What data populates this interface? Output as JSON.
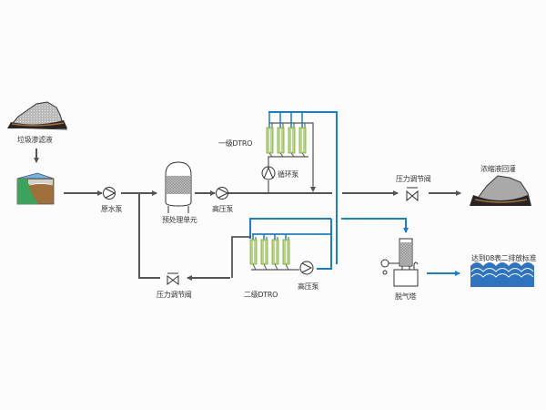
{
  "title": "DTRO process flow",
  "colors": {
    "pipe_gray": "#555555",
    "pipe_blue": "#1a7fc8",
    "membrane_green": "#b8db7a",
    "water_blue": "#2f74c0",
    "rock_gray": "#a9a9a9",
    "soil_brown": "#a0703a"
  },
  "labels": {
    "leachate": "垃圾渗滤液",
    "raw_pump": "原水泵",
    "pretreat": "预处理单元",
    "hp_pump1": "高压泵",
    "dtro1": "一级DTRO",
    "circ_pump": "循环泵",
    "valve1": "压力调节阀",
    "concentrate": "浓缩液回灌",
    "dtro2": "二级DTRO",
    "hp_pump2": "高压泵",
    "valve2": "压力调节阀",
    "degas": "脱气塔",
    "discharge": "达到08表二排放标准"
  }
}
